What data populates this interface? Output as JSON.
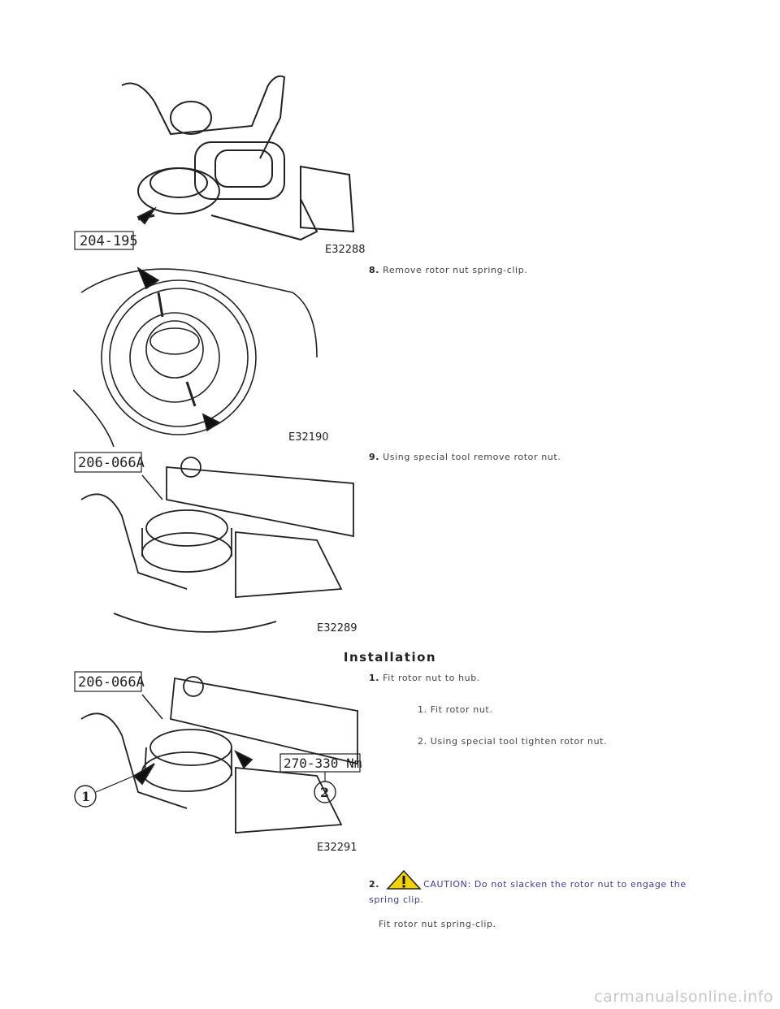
{
  "figures": [
    {
      "id": "E32288",
      "tool_label": "204-195"
    },
    {
      "id": "E32190"
    },
    {
      "id": "E32289",
      "tool_label": "206-066A"
    },
    {
      "id": "E32291",
      "tool_label": "206-066A",
      "torque_label": "270-330 Nm",
      "callout_1": "1",
      "callout_2": "2"
    }
  ],
  "removal_steps": [
    {
      "num": "8.",
      "text": "Remove rotor nut spring-clip."
    },
    {
      "num": "9.",
      "text": "Using special tool remove rotor nut."
    }
  ],
  "installation": {
    "title": "Installation",
    "step1": {
      "num": "1.",
      "text": "Fit rotor nut to hub.",
      "sub1": "1. Fit rotor nut.",
      "sub2": "2. Using special tool tighten rotor nut."
    },
    "step2": {
      "num": "2.",
      "caution": "CAUTION: Do not slacken the rotor nut to engage the spring clip.",
      "text": "Fit rotor nut spring-clip."
    }
  },
  "watermark": "carmanualsonline.info",
  "colors": {
    "caution_text": "#3a3aa8",
    "warning_yellow": "#f2d300"
  }
}
